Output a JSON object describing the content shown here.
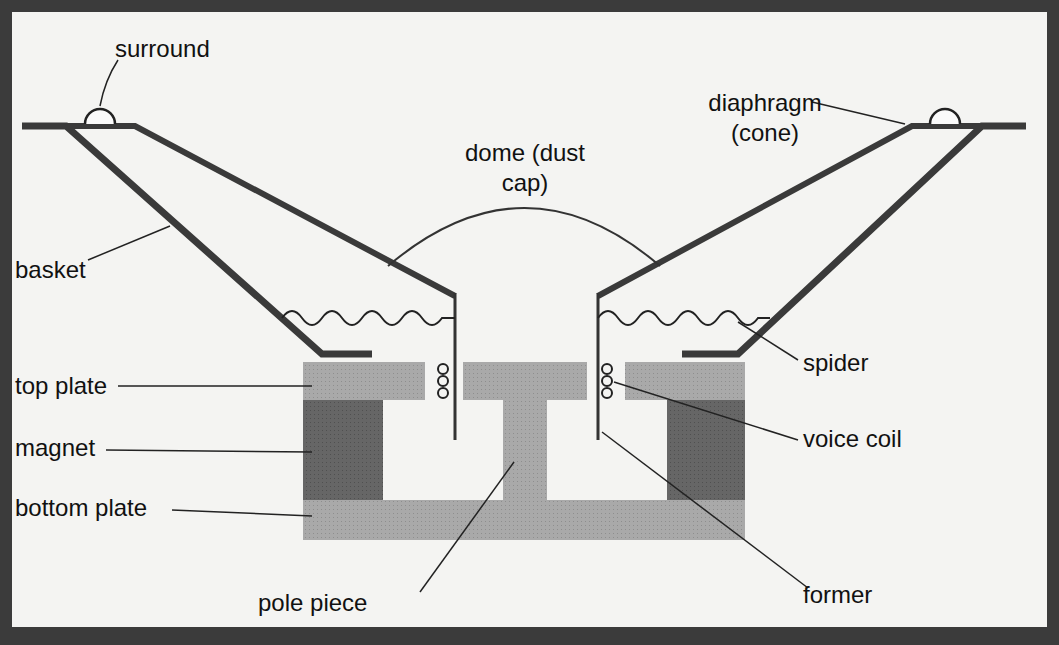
{
  "diagram": {
    "labels": [
      "surround",
      "diaphragm (cone)",
      "dome (dust cap)",
      "basket",
      "top plate",
      "magnet",
      "bottom plate",
      "pole piece",
      "spider",
      "voice coil",
      "former"
    ]
  }
}
